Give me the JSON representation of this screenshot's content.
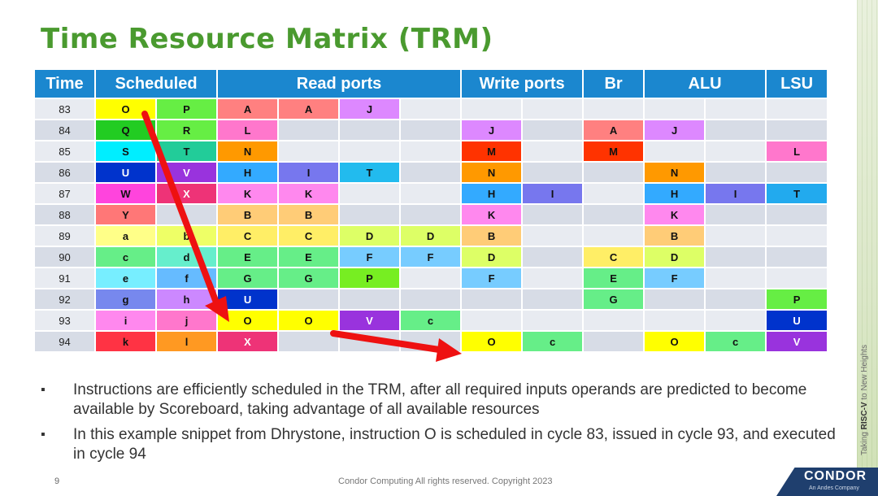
{
  "title": "Time Resource Matrix (TRM)",
  "headers": [
    {
      "label": "Time",
      "span": 1
    },
    {
      "label": "Scheduled",
      "span": 2
    },
    {
      "label": "Read ports",
      "span": 4
    },
    {
      "label": "Write ports",
      "span": 2
    },
    {
      "label": "Br",
      "span": 1
    },
    {
      "label": "ALU",
      "span": 2
    },
    {
      "label": "LSU",
      "span": 1
    }
  ],
  "rows": [
    {
      "time": "83",
      "cells": [
        [
          "O",
          "#ffff00"
        ],
        [
          "P",
          "#66ee44"
        ],
        [
          "A",
          "#ff8080"
        ],
        [
          "A",
          "#ff8080"
        ],
        [
          "J",
          "#dd88ff"
        ],
        [
          "",
          ""
        ],
        [
          "",
          ""
        ],
        [
          "",
          ""
        ],
        [
          "",
          ""
        ],
        [
          "",
          ""
        ],
        [
          "",
          ""
        ],
        [
          "",
          ""
        ]
      ]
    },
    {
      "time": "84",
      "cells": [
        [
          "Q",
          "#22cc22"
        ],
        [
          "R",
          "#66ee44"
        ],
        [
          "L",
          "#ff77cc"
        ],
        [
          "",
          ""
        ],
        [
          "",
          ""
        ],
        [
          "",
          ""
        ],
        [
          "J",
          "#dd88ff"
        ],
        [
          "",
          ""
        ],
        [
          "A",
          "#ff8080"
        ],
        [
          "J",
          "#dd88ff"
        ],
        [
          "",
          ""
        ],
        [
          "",
          ""
        ]
      ]
    },
    {
      "time": "85",
      "cells": [
        [
          "S",
          "#00eeff"
        ],
        [
          "T",
          "#22cc99"
        ],
        [
          "N",
          "#ff9900"
        ],
        [
          "",
          ""
        ],
        [
          "",
          ""
        ],
        [
          "",
          ""
        ],
        [
          "M",
          "#ff3300"
        ],
        [
          "",
          ""
        ],
        [
          "M",
          "#ff3300"
        ],
        [
          "",
          ""
        ],
        [
          "",
          ""
        ],
        [
          "L",
          "#ff77cc"
        ]
      ]
    },
    {
      "time": "86",
      "cells": [
        [
          "U",
          "#0033cc"
        ],
        [
          "V",
          "#9933dd"
        ],
        [
          "H",
          "#33aaff"
        ],
        [
          "I",
          "#7777ee"
        ],
        [
          "T",
          "#22bbee"
        ],
        [
          "",
          ""
        ],
        [
          "N",
          "#ff9900"
        ],
        [
          "",
          ""
        ],
        [
          "",
          ""
        ],
        [
          "N",
          "#ff9900"
        ],
        [
          "",
          ""
        ],
        [
          "",
          ""
        ]
      ]
    },
    {
      "time": "87",
      "cells": [
        [
          "W",
          "#ff44dd"
        ],
        [
          "X",
          "#ee3377"
        ],
        [
          "K",
          "#ff88ee"
        ],
        [
          "K",
          "#ff88ee"
        ],
        [
          "",
          ""
        ],
        [
          "",
          ""
        ],
        [
          "H",
          "#33aaff"
        ],
        [
          "I",
          "#7777ee"
        ],
        [
          "",
          ""
        ],
        [
          "H",
          "#33aaff"
        ],
        [
          "I",
          "#7777ee"
        ],
        [
          "T",
          "#22aaee"
        ]
      ]
    },
    {
      "time": "88",
      "cells": [
        [
          "Y",
          "#ff7777"
        ],
        [
          "",
          ""
        ],
        [
          "B",
          "#ffcc77"
        ],
        [
          "B",
          "#ffcc77"
        ],
        [
          "",
          ""
        ],
        [
          "",
          ""
        ],
        [
          "K",
          "#ff88ee"
        ],
        [
          "",
          ""
        ],
        [
          "",
          ""
        ],
        [
          "K",
          "#ff88ee"
        ],
        [
          "",
          ""
        ],
        [
          "",
          ""
        ]
      ]
    },
    {
      "time": "89",
      "cells": [
        [
          "a",
          "#ffff88"
        ],
        [
          "b",
          "#eeff66"
        ],
        [
          "C",
          "#ffee66"
        ],
        [
          "C",
          "#ffee66"
        ],
        [
          "D",
          "#ddff66"
        ],
        [
          "D",
          "#ddff66"
        ],
        [
          "B",
          "#ffcc77"
        ],
        [
          "",
          ""
        ],
        [
          "",
          ""
        ],
        [
          "B",
          "#ffcc77"
        ],
        [
          "",
          ""
        ],
        [
          "",
          ""
        ]
      ]
    },
    {
      "time": "90",
      "cells": [
        [
          "c",
          "#66ee88"
        ],
        [
          "d",
          "#66eecc"
        ],
        [
          "E",
          "#66ee88"
        ],
        [
          "E",
          "#66ee88"
        ],
        [
          "F",
          "#77ccff"
        ],
        [
          "F",
          "#77ccff"
        ],
        [
          "D",
          "#ddff66"
        ],
        [
          "",
          ""
        ],
        [
          "C",
          "#ffee66"
        ],
        [
          "D",
          "#ddff66"
        ],
        [
          "",
          ""
        ],
        [
          "",
          ""
        ]
      ]
    },
    {
      "time": "91",
      "cells": [
        [
          "e",
          "#77eeff"
        ],
        [
          "f",
          "#66bbff"
        ],
        [
          "G",
          "#66ee88"
        ],
        [
          "G",
          "#66ee88"
        ],
        [
          "P",
          "#77ee22"
        ],
        [
          "",
          ""
        ],
        [
          "F",
          "#77ccff"
        ],
        [
          "",
          ""
        ],
        [
          "E",
          "#66ee88"
        ],
        [
          "F",
          "#77ccff"
        ],
        [
          "",
          ""
        ],
        [
          "",
          ""
        ]
      ]
    },
    {
      "time": "92",
      "cells": [
        [
          "g",
          "#7788ee"
        ],
        [
          "h",
          "#cc88ff"
        ],
        [
          "U",
          "#0033cc"
        ],
        [
          "",
          ""
        ],
        [
          "",
          ""
        ],
        [
          "",
          ""
        ],
        [
          "",
          ""
        ],
        [
          "",
          ""
        ],
        [
          "G",
          "#66ee88"
        ],
        [
          "",
          ""
        ],
        [
          "",
          ""
        ],
        [
          "P",
          "#66ee44"
        ]
      ]
    },
    {
      "time": "93",
      "cells": [
        [
          "i",
          "#ff88ee"
        ],
        [
          "j",
          "#ff77cc"
        ],
        [
          "O",
          "#ffff00"
        ],
        [
          "O",
          "#ffff00"
        ],
        [
          "V",
          "#9933dd"
        ],
        [
          "c",
          "#66ee88"
        ],
        [
          "",
          ""
        ],
        [
          "",
          ""
        ],
        [
          "",
          ""
        ],
        [
          "",
          ""
        ],
        [
          "",
          ""
        ],
        [
          "U",
          "#0033cc"
        ]
      ]
    },
    {
      "time": "94",
      "cells": [
        [
          "k",
          "#ff3344"
        ],
        [
          "l",
          "#ff9922"
        ],
        [
          "X",
          "#ee3377"
        ],
        [
          "",
          ""
        ],
        [
          "",
          ""
        ],
        [
          "",
          ""
        ],
        [
          "O",
          "#ffff00"
        ],
        [
          "c",
          "#66ee88"
        ],
        [
          "",
          ""
        ],
        [
          "O",
          "#ffff00"
        ],
        [
          "c",
          "#66ee88"
        ],
        [
          "V",
          "#9933dd"
        ]
      ]
    }
  ],
  "bullets": [
    "Instructions are efficiently scheduled in the TRM, after all required inputs operands are predicted to become available by Scoreboard, taking advantage of all available resources",
    "In this example snippet from Dhrystone, instruction O is scheduled in cycle 83, issued in cycle 93, and executed in cycle 94"
  ],
  "bullet_mark": "▪",
  "footer": {
    "page": "9",
    "copyright": "Condor Computing  All rights reserved. Copyright 2023"
  },
  "logo": {
    "brand": "CONDOR",
    "sub": "An Andes Company"
  },
  "tagline": {
    "pre": "Taking ",
    "risc": "RISC-V",
    "post": " to New Heights"
  },
  "colors": {
    "title": "#4a9a2f",
    "header": "#1b87cf",
    "arrow": "#ee1111",
    "logo_bg": "#1f3f6e"
  }
}
